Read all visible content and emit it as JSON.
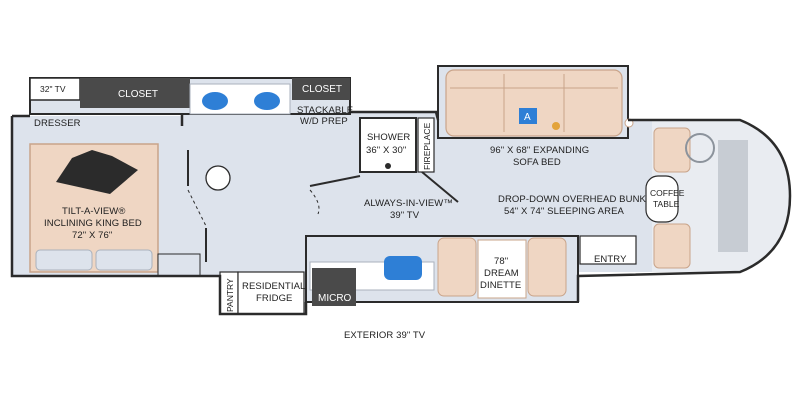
{
  "floorplan": {
    "labels": {
      "tv_32": "32\" TV",
      "closet_left": "CLOSET",
      "closet_right": "CLOSET",
      "stackable_1": "STACKABLE",
      "stackable_2": "W/D PREP",
      "dresser": "DRESSER",
      "shower_1": "SHOWER",
      "shower_2": "36\" X 30\"",
      "fireplace": "FIREPLACE",
      "sofa_1": "96\" X 68\" EXPANDING",
      "sofa_2": "SOFA BED",
      "sofa_badge": "A",
      "bed_1": "TILT-A-VIEW®",
      "bed_2": "INCLINING KING BED",
      "bed_3": "72\" X 76\"",
      "aiv_1": "ALWAYS-IN-VIEW™",
      "aiv_2": "39\" TV",
      "bunk_1": "DROP-DOWN OVERHEAD BUNK",
      "bunk_2": "54\" X 74\" SLEEPING AREA",
      "coffee_1": "COFFEE",
      "coffee_2": "TABLE",
      "dinette_1": "78\"",
      "dinette_2": "DREAM",
      "dinette_3": "DINETTE",
      "entry": "ENTRY",
      "pantry": "PANTRY",
      "fridge_1": "RESIDENTIAL",
      "fridge_2": "FRIDGE",
      "micro": "MICRO",
      "exterior_tv": "EXTERIOR 39\" TV"
    },
    "colors": {
      "floor": "#dde3ec",
      "wall": "#2b2b2b",
      "cabinet": "#4a4a4a",
      "furniture": "#efd6c3",
      "furniture_edge": "#c9a48a",
      "accent_blue": "#2e7fd6"
    }
  }
}
